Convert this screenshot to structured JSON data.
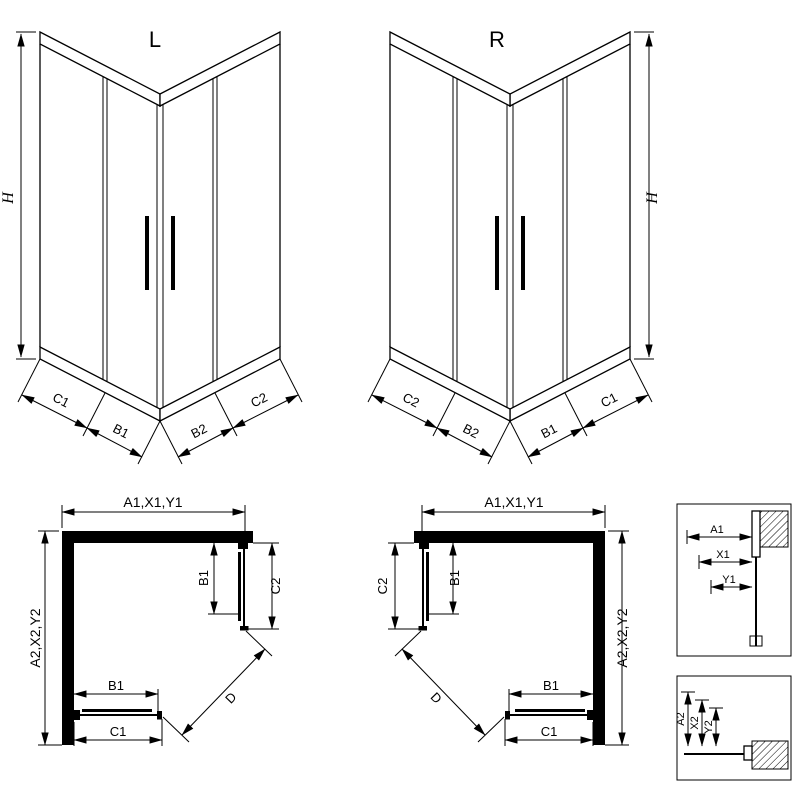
{
  "figure": {
    "iso_left": {
      "title": "L",
      "height_dim": "H",
      "base_dims": [
        "C1",
        "B1",
        "B2",
        "C2"
      ]
    },
    "iso_right": {
      "title": "R",
      "height_dim": "H",
      "base_dims": [
        "C2",
        "B2",
        "B1",
        "C1"
      ]
    },
    "plan_left": {
      "width_dim": "A1,X1,Y1",
      "depth_dim": "A2,X2,Y2",
      "door_side_dim": "B1",
      "panel_side_dim": "C2",
      "door_bottom_dim": "B1",
      "panel_bottom_dim": "C1",
      "entry_dim": "D"
    },
    "plan_right": {
      "width_dim": "A1,X1,Y1",
      "depth_dim": "A2,X2,Y2",
      "door_side_dim": "B1",
      "panel_side_dim": "C2",
      "door_bottom_dim": "B1",
      "panel_bottom_dim": "C1",
      "entry_dim": "D"
    },
    "detail_width": {
      "labels": [
        "A1",
        "X1",
        "Y1"
      ]
    },
    "detail_depth": {
      "labels": [
        "A2",
        "X2",
        "Y2"
      ]
    }
  }
}
